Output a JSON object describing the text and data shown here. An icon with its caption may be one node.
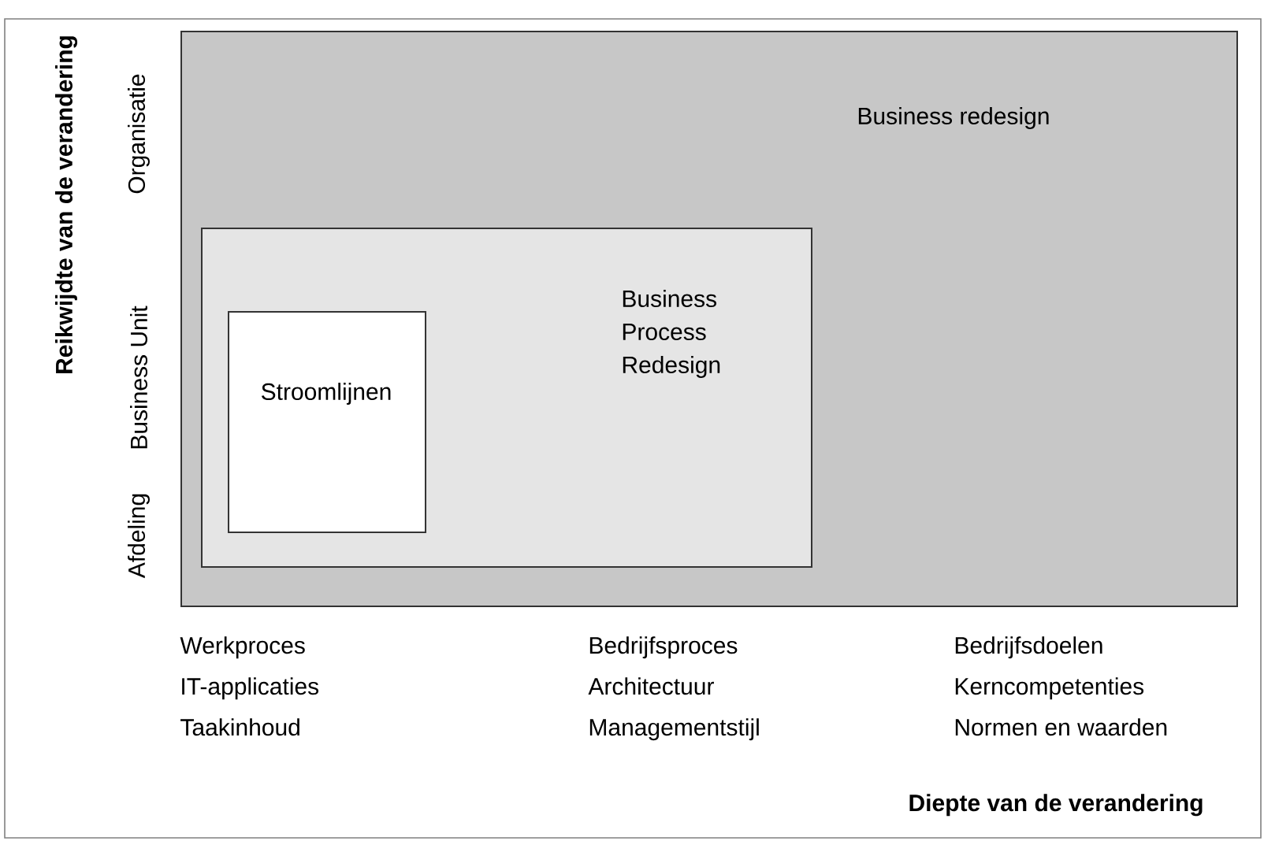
{
  "diagram": {
    "nodes": [
      {
        "text": [
          "Business redesign"
        ]
      },
      {
        "text": [
          "Business Process Redesign"
        ],
        "in": 0
      },
      {
        "text": [
          "Stroomlijnen"
        ],
        "in": 1
      }
    ],
    "edges": [],
    "labels": [
      "Reikwijdte van de verandering",
      "Organisatie",
      "Business Unit",
      "Afdeling",
      "Werkproces",
      "IT-applicaties",
      "Taakinhoud",
      "Bedrijfsproces",
      "Architectuur",
      "Managementstijl",
      "Bedrijfsdoelen",
      "Kerncompetenties",
      "Normen en waarden",
      "Diepte van de verandering"
    ]
  }
}
